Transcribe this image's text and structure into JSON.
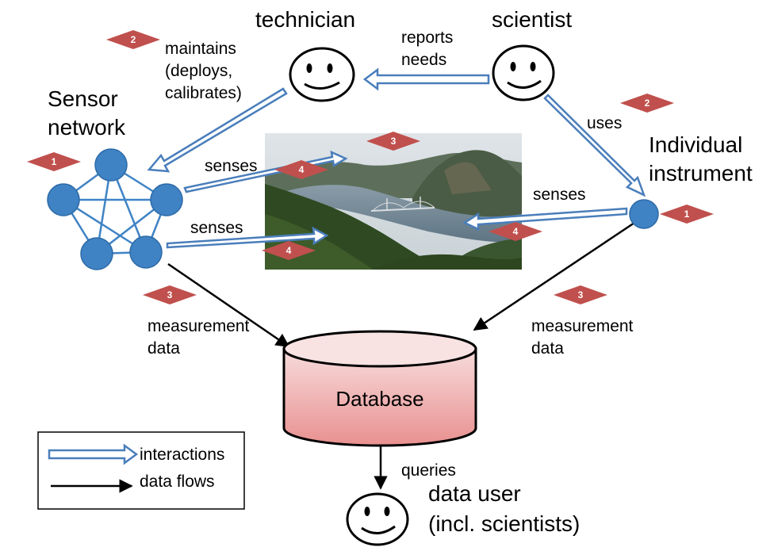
{
  "colors": {
    "interaction_outline": "#4a7ebb",
    "interaction_fill": "#ffffff",
    "data_flow": "#000000",
    "node_fill": "#3f83c5",
    "node_stroke": "#2c6aa6",
    "badge_fill": "#c0504d",
    "database_fill_top": "#f6d8d8",
    "database_fill_bottom": "#e99595"
  },
  "actors": {
    "technician": "technician",
    "scientist": "scientist",
    "data_user_line1": "data user",
    "data_user_line2": "(incl. scientists)"
  },
  "components": {
    "sensor_network_line1": "Sensor",
    "sensor_network_line2": "network",
    "instrument_line1": "Individual",
    "instrument_line2": "instrument",
    "database": "Database"
  },
  "edges": {
    "reports_needs_line1": "reports",
    "reports_needs_line2": "needs",
    "maintains_line1": "maintains",
    "maintains_line2": "(deploys,",
    "maintains_line3": "calibrates)",
    "uses": "uses",
    "senses_network_top": "senses",
    "senses_network_bottom": "senses",
    "senses_instrument": "senses",
    "measurement_left_line1": "measurement",
    "measurement_left_line2": "data",
    "measurement_right_line1": "measurement",
    "measurement_right_line2": "data",
    "queries": "queries"
  },
  "badges": {
    "maintains": "2",
    "uses": "2",
    "sensor_network": "1",
    "instrument": "1",
    "environment": "3",
    "senses_network_top": "4",
    "senses_network_bottom": "4",
    "senses_instrument": "4",
    "measurement_left": "3",
    "measurement_right": "3"
  },
  "legend": {
    "interactions": "interactions",
    "data_flows": "data flows"
  }
}
